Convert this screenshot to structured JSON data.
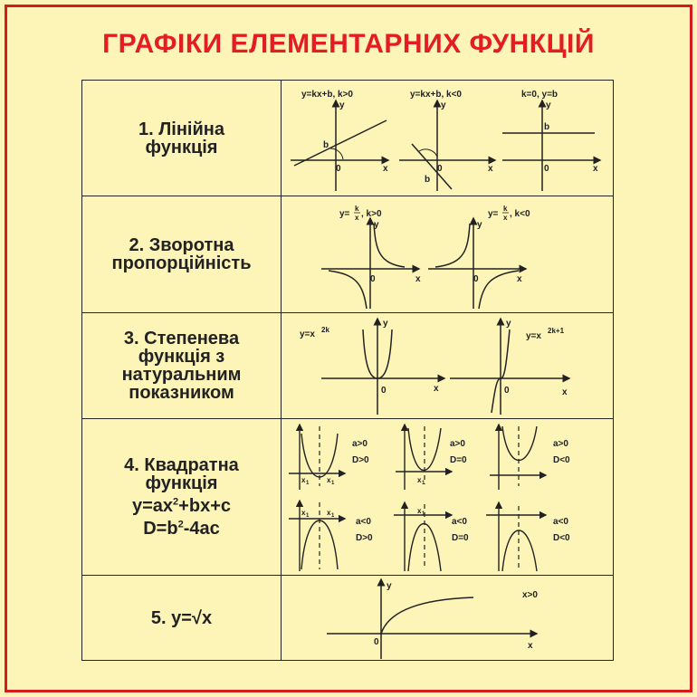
{
  "title": "ГРАФІКИ ЕЛЕМЕНТАРНИХ ФУНКЦІЙ",
  "axis": {
    "x": "x",
    "y": "y",
    "origin": "0",
    "b": "b",
    "x1": "x",
    "x1_sub": "1"
  },
  "rows": [
    {
      "lines": [
        "1. Лінійна",
        "функція"
      ],
      "graph_labels": [
        "y=kx+b, k>0",
        "y=kx+b, k<0",
        "k=0, y=b"
      ]
    },
    {
      "lines": [
        "2. Зворотна",
        "пропорційність"
      ],
      "graph_labels": [
        {
          "pre": "y=",
          "num": "k",
          "den": "x",
          "post": ", k>0"
        },
        {
          "pre": "y=",
          "num": "k",
          "den": "x",
          "post": ", k<0"
        }
      ]
    },
    {
      "lines": [
        "3. Степенева",
        "функція з",
        "натуральним",
        "показником"
      ],
      "graph_labels": [
        {
          "base": "y=x",
          "exp": "2k"
        },
        {
          "base": "y=x",
          "exp": "2k+1"
        }
      ]
    },
    {
      "lines": [
        "4. Квадратна",
        "функція"
      ],
      "formula1": {
        "a": "y=ax",
        "sup": "2",
        "b": "+bx+c"
      },
      "formula2": {
        "a": "D=b",
        "sup": "2",
        "b": "-4ac"
      },
      "graph_labels": [
        [
          "a>0",
          "D>0"
        ],
        [
          "a>0",
          "D=0"
        ],
        [
          "a>0",
          "D<0"
        ],
        [
          "a<0",
          "D>0"
        ],
        [
          "a<0",
          "D=0"
        ],
        [
          "a<0",
          "D<0"
        ]
      ]
    },
    {
      "lines": [
        "5. y=√x"
      ],
      "graph_labels": [
        "x>0"
      ]
    }
  ]
}
